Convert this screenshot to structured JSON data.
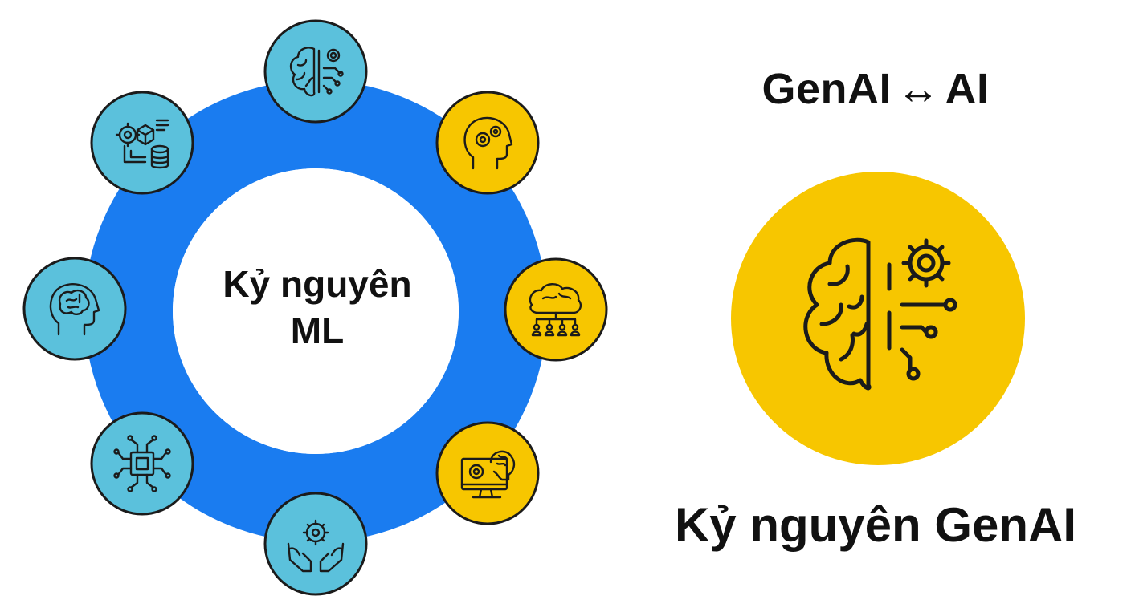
{
  "heading": {
    "left": "GenAI",
    "arrow": "↔",
    "right": "AI"
  },
  "ml_era": {
    "label_line1": "Kỷ nguyên",
    "label_line2": "ML",
    "ring_color": "#1a7cf0",
    "nodes": [
      {
        "icon": "brain-circuit-gear-icon",
        "color": "#5bc1dc"
      },
      {
        "icon": "head-gear-icon",
        "color": "#f7c600"
      },
      {
        "icon": "brain-network-people-icon",
        "color": "#f7c600"
      },
      {
        "icon": "monitor-brain-gear-icon",
        "color": "#f7c600"
      },
      {
        "icon": "hands-gear-icon",
        "color": "#5bc1dc"
      },
      {
        "icon": "chip-circuit-icon",
        "color": "#5bc1dc"
      },
      {
        "icon": "head-brain-icon",
        "color": "#5bc1dc"
      },
      {
        "icon": "gears-cube-database-icon",
        "color": "#5bc1dc"
      }
    ]
  },
  "genai_era": {
    "label": "Kỷ nguyên GenAI",
    "icon": "brain-circuit-gear-icon",
    "circle_color": "#f7c600"
  }
}
